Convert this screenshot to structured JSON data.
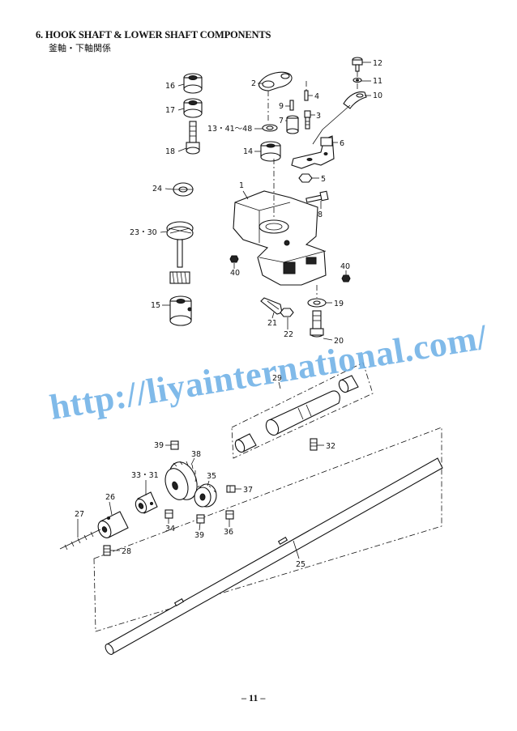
{
  "header": {
    "title": "6. HOOK SHAFT & LOWER SHAFT COMPONENTS",
    "subtitle": "釜軸・下軸関係"
  },
  "footer": {
    "page_number": "– 11 –"
  },
  "watermark": {
    "text": "http://liyainternational.com/",
    "color": "#6aaee6"
  },
  "callouts": {
    "c1": "1",
    "c2": "2",
    "c3": "3",
    "c4": "4",
    "c5": "5",
    "c6": "6",
    "c7": "7",
    "c8": "8",
    "c9": "9",
    "c10": "10",
    "c11": "11",
    "c12": "12",
    "c13": "13・41～48",
    "c14": "14",
    "c15": "15",
    "c16": "16",
    "c17": "17",
    "c18": "18",
    "c19": "19",
    "c20": "20",
    "c21": "21",
    "c22": "22",
    "c23": "23・30",
    "c24": "24",
    "c25": "25",
    "c26": "26",
    "c27": "27",
    "c28": "28",
    "c29": "29",
    "c32": "32",
    "c33": "33・31",
    "c34": "34",
    "c35": "35",
    "c36": "36",
    "c37": "37",
    "c38": "38",
    "c39a": "39",
    "c39b": "39",
    "c40a": "40",
    "c40b": "40"
  }
}
